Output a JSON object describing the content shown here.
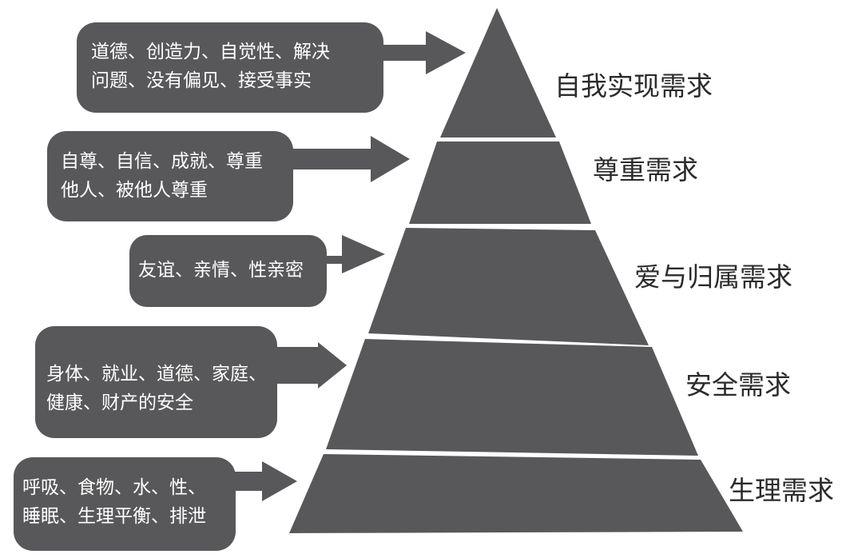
{
  "colors": {
    "tier_fill": "#58585a",
    "bubble_fill": "#58585a",
    "bubble_text": "#ffffff",
    "label_text": "#2b2b2b",
    "background": "#ffffff"
  },
  "levels": [
    {
      "label": "自我实现需求",
      "description_lines": [
        "道德、创造力、自觉性、解决",
        "问题、没有偏见、接受事实"
      ]
    },
    {
      "label": "尊重需求",
      "description_lines": [
        "自尊、自信、成就、尊重",
        "他人、被他人尊重"
      ]
    },
    {
      "label": "爱与归属需求",
      "description_lines": [
        "友谊、亲情、性亲密"
      ]
    },
    {
      "label": "安全需求",
      "description_lines": [
        "身体、就业、道德、家庭、",
        "健康、财产的安全"
      ]
    },
    {
      "label": "生理需求",
      "description_lines": [
        "呼吸、食物、水、性、",
        "睡眠、生理平衡、排泄"
      ]
    }
  ]
}
